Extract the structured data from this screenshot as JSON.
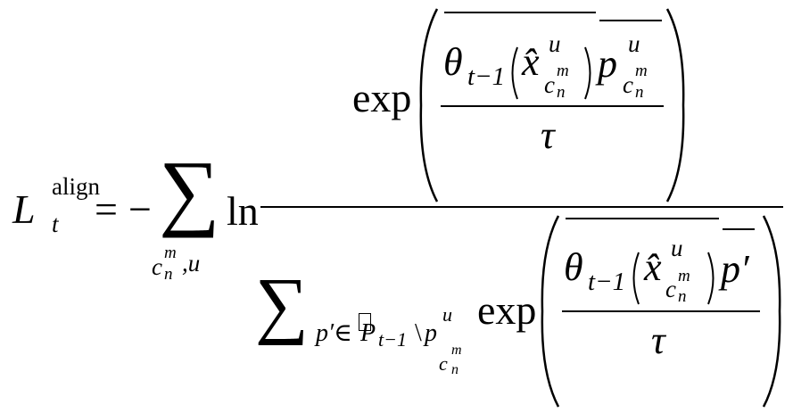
{
  "formula": {
    "lhs": {
      "symbol": "L",
      "superscript": "align",
      "subscript": "t"
    },
    "equals": "=",
    "minus": "−",
    "sum_symbol": "∑",
    "sum_subscript": {
      "c": "c",
      "c_sub": "n",
      "c_sup": "m",
      "rest": ",u"
    },
    "ln": "ln",
    "numerator": {
      "exp": "exp",
      "theta": "θ",
      "theta_sub": "t−1",
      "xhat": "x̂",
      "x_sup": "u",
      "c": "c",
      "c_sub": "n",
      "c_sup": "m",
      "p": "p",
      "p_sup": "u",
      "tau": "τ"
    },
    "denominator": {
      "sum_symbol": "∑",
      "sum_sub_p": "p′∈",
      "sum_sub_P": "P",
      "sum_sub_t": "t−1",
      "sum_sub_setminus": "\\",
      "sum_sub_p2": "p",
      "sum_sub_p2_sup": "u",
      "exp": "exp",
      "theta": "θ",
      "theta_sub": "t−1",
      "xhat": "x̂",
      "x_sup": "u",
      "c": "c",
      "c_sub": "n",
      "c_sup": "m",
      "pprime": "p′",
      "tau": "τ"
    }
  }
}
